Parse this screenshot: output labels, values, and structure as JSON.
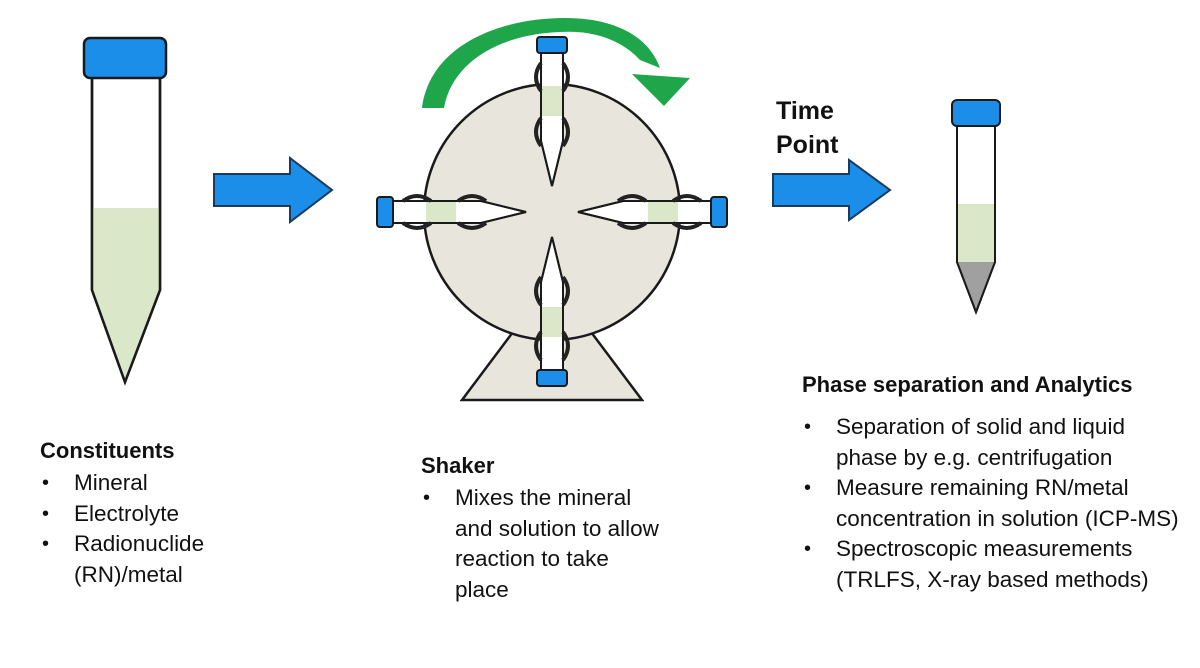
{
  "colors": {
    "arrow_blue": "#1a8ee8",
    "arrow_outline": "#1b3a5c",
    "cap_blue": "#1a8ee8",
    "tube_liquid": "#dbe7c9",
    "tube_outline": "#1a1a1a",
    "rotation_green": "#1fa64b",
    "shaker_body": "#e8e6dc",
    "sediment_grey": "#a0a0a0"
  },
  "icons": [
    "centrifuge-tube-icon",
    "shaker-wheel-icon",
    "rotation-arrow-icon",
    "right-arrow-icon"
  ],
  "time_point": {
    "line1": "Time",
    "line2": "Point"
  },
  "constituents": {
    "title": "Constituents",
    "items": [
      "Mineral",
      "Electrolyte",
      "Radionuclide (RN)/metal"
    ]
  },
  "shaker": {
    "title": "Shaker",
    "items": [
      "Mixes the mineral and solution to allow reaction to take place"
    ]
  },
  "analytics": {
    "title": "Phase separation and Analytics",
    "items": [
      "Separation of solid and liquid phase by e.g. centrifugation",
      "Measure remaining RN/metal concentration in solution (ICP-MS)",
      "Spectroscopic measurements (TRLFS, X-ray based methods)"
    ]
  }
}
